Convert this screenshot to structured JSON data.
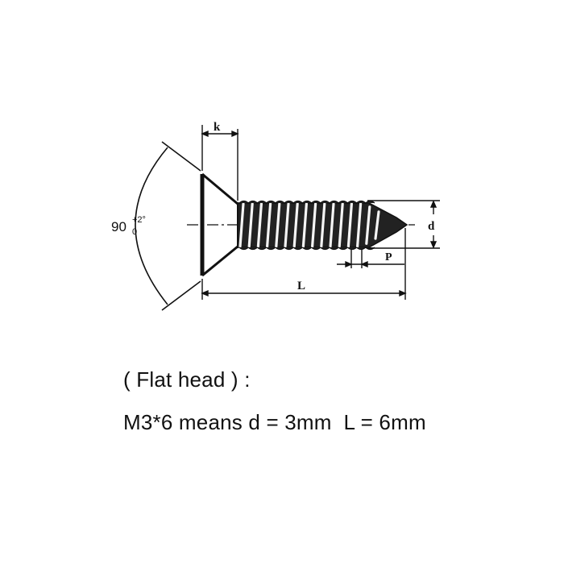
{
  "diagram": {
    "labels": {
      "k": "k",
      "d": "d",
      "p": "P",
      "L": "L",
      "angle_main": "90",
      "angle_upper": "+2°",
      "angle_lower": "0"
    }
  },
  "caption": {
    "title": "( Flat head ) :",
    "spec": "M3*6 means d = 3mm  L = 6mm"
  }
}
